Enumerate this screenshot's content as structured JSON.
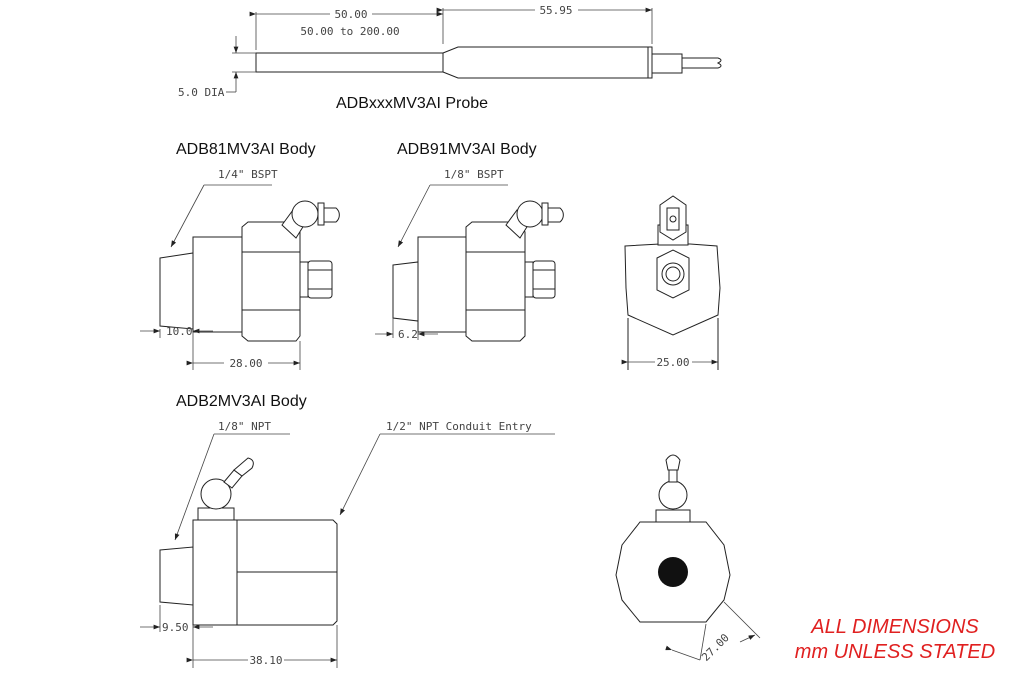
{
  "probe": {
    "title": "ADBxxxMV3AI Probe",
    "dim_length": "50.00",
    "dim_range": "50.00 to 200.00",
    "dim_body": "55.95",
    "dim_dia": "5.0 DIA"
  },
  "body81": {
    "title": "ADB81MV3AI Body",
    "thread": "1/4\" BSPT",
    "dim_thread": "10.0",
    "dim_length": "28.00"
  },
  "body91": {
    "title": "ADB91MV3AI Body",
    "thread": "1/8\" BSPT",
    "dim_thread": "6.2",
    "end_width": "25.00"
  },
  "body2": {
    "title": "ADB2MV3AI Body",
    "thread": "1/8\" NPT",
    "conduit": "1/2\" NPT Conduit Entry",
    "dim_thread": "9.50",
    "dim_length": "38.10",
    "end_width": "27.00"
  },
  "note": {
    "line1": "ALL DIMENSIONS",
    "line2": "mm UNLESS STATED",
    "color": "#e02020"
  }
}
